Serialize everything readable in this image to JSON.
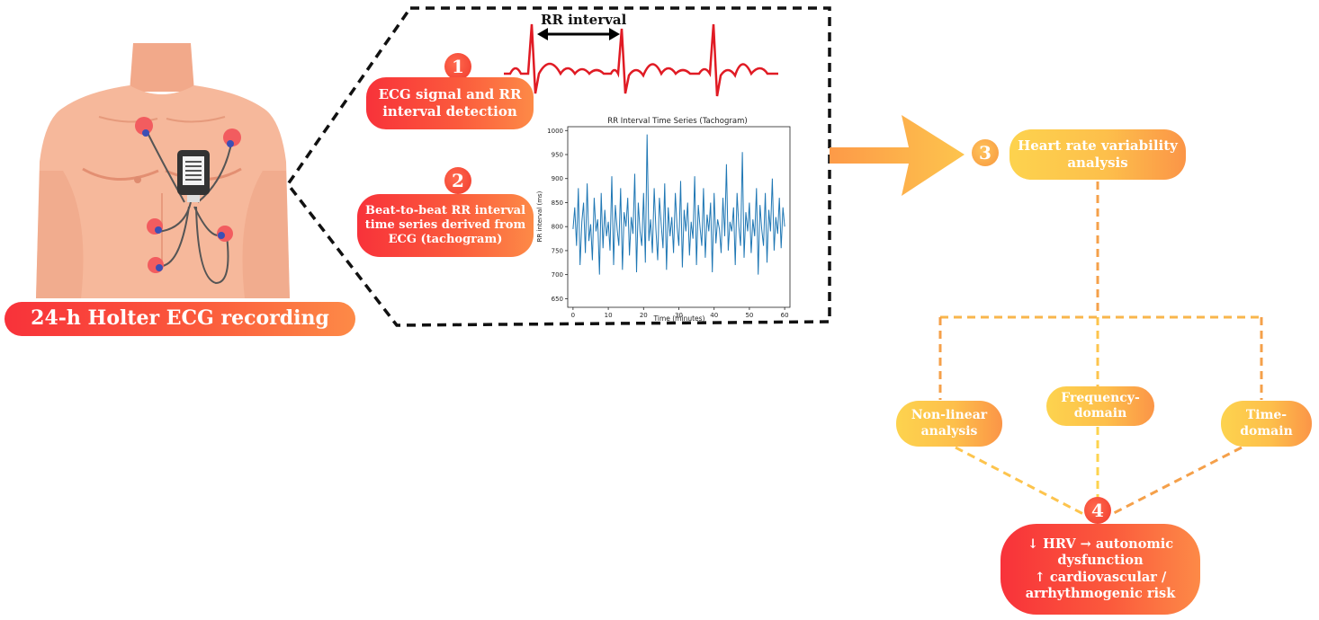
{
  "holter": {
    "label": "24-h Holter ECG recording"
  },
  "ecg": {
    "rr_label": "RR interval"
  },
  "steps": [
    {
      "number": "1",
      "label": "ECG signal and RR\ninterval detection"
    },
    {
      "number": "2",
      "label": "Beat-to-beat RR interval\ntime series derived from\nECG (tachogram)"
    },
    {
      "number": "3",
      "label": "Heart rate variability\nanalysis"
    },
    {
      "number": "4",
      "label": "↓ HRV → autonomic\ndysfunction\n↑ cardiovascular /\narrhythmogenic risk"
    }
  ],
  "methods": [
    {
      "label": "Non-linear\nanalysis"
    },
    {
      "label": "Frequency-\ndomain"
    },
    {
      "label": "Time-\ndomain"
    }
  ],
  "colors": {
    "ecg_trace": "#e01b24",
    "series_line": "#1f77b4",
    "red": "#f8323a",
    "orange": "#fd8a47",
    "yellow": "#fdd34e",
    "skin": "#f5b395"
  },
  "chart_data": {
    "type": "line",
    "title": "RR Interval Time Series (Tachogram)",
    "xlabel": "Time (minutes)",
    "ylabel": "RR interval (ms)",
    "xlim": [
      -1.5,
      61.5
    ],
    "ylim": [
      632,
      1008
    ],
    "xticks": [
      0,
      10,
      20,
      30,
      40,
      50,
      60
    ],
    "yticks": [
      650,
      700,
      750,
      800,
      850,
      900,
      950,
      1000
    ],
    "grid": false,
    "series": [
      {
        "x": [
          0,
          0.5,
          1,
          1.5,
          2,
          2.5,
          3,
          3.5,
          4,
          4.5,
          5,
          5.5,
          6,
          6.5,
          7,
          7.5,
          8,
          8.5,
          9,
          9.5,
          10,
          10.5,
          11,
          11.5,
          12,
          12.5,
          13,
          13.5,
          14,
          14.5,
          15,
          15.5,
          16,
          16.5,
          17,
          17.5,
          18,
          18.5,
          19,
          19.5,
          20,
          20.5,
          21,
          21.5,
          22,
          22.5,
          23,
          23.5,
          24,
          24.5,
          25,
          25.5,
          26,
          26.5,
          27,
          27.5,
          28,
          28.5,
          29,
          29.5,
          30,
          30.5,
          31,
          31.5,
          32,
          32.5,
          33,
          33.5,
          34,
          34.5,
          35,
          35.5,
          36,
          36.5,
          37,
          37.5,
          38,
          38.5,
          39,
          39.5,
          40,
          40.5,
          41,
          41.5,
          42,
          42.5,
          43,
          43.5,
          44,
          44.5,
          45,
          45.5,
          46,
          46.5,
          47,
          47.5,
          48,
          48.5,
          49,
          49.5,
          50,
          50.5,
          51,
          51.5,
          52,
          52.5,
          53,
          53.5,
          54,
          54.5,
          55,
          55.5,
          56,
          56.5,
          57,
          57.5,
          58,
          58.5,
          59,
          59.5,
          60
        ],
        "values": [
          795,
          840,
          760,
          880,
          720,
          810,
          850,
          745,
          890,
          770,
          805,
          730,
          860,
          790,
          815,
          700,
          870,
          755,
          835,
          780,
          810,
          750,
          905,
          720,
          845,
          795,
          760,
          880,
          710,
          830,
          800,
          860,
          740,
          820,
          785,
          910,
          705,
          850,
          790,
          760,
          870,
          725,
          992,
          770,
          815,
          745,
          880,
          795,
          730,
          860,
          805,
          755,
          890,
          710,
          840,
          780,
          820,
          745,
          870,
          800,
          760,
          895,
          715,
          835,
          790,
          850,
          740,
          810,
          775,
          905,
          720,
          845,
          800,
          760,
          880,
          735,
          825,
          790,
          850,
          705,
          870,
          765,
          815,
          795,
          745,
          860,
          780,
          930,
          750,
          810,
          790,
          840,
          720,
          870,
          800,
          760,
          955,
          735,
          830,
          790,
          850,
          745,
          815,
          780,
          880,
          700,
          845,
          795,
          760,
          870,
          725,
          835,
          790,
          900,
          750,
          820,
          785,
          860,
          755,
          840,
          800
        ]
      }
    ]
  }
}
